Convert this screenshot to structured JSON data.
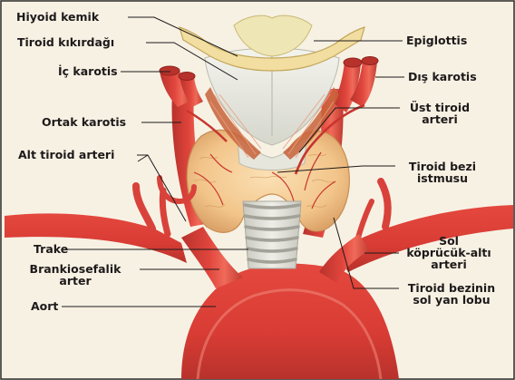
{
  "colors": {
    "background": "#f7f1e4",
    "artery": "#e0453c",
    "artery_dark": "#b8322c",
    "artery_light": "#f48a7a",
    "thyroid": "#f2c58a",
    "cartilage": "#e6e7de",
    "hyoid": "#f1dea0",
    "muscle": "#c7613a",
    "leader": "#1e1a1a"
  },
  "labels": {
    "left": {
      "hiyoid": "Hiyoid kemik",
      "tiroid_kikirdak": "Tiroid kıkırdağı",
      "ic_karotis": "İç karotis",
      "ortak_karotis": "Ortak karotis",
      "alt_tiroid": "Alt tiroid arteri",
      "trake": "Trake",
      "brankio_1": "Brankiosefalik",
      "brankio_2": "arter",
      "aort": "Aort"
    },
    "right": {
      "epiglottis": "Epiglottis",
      "dis_karotis": "Dış karotis",
      "ust_tiroid_1": "Üst tiroid",
      "ust_tiroid_2": "arteri",
      "istmus_1": "Tiroid bezi",
      "istmus_2": "istmusu",
      "sol_1": "Sol",
      "sol_2": "köprücük-altı",
      "sol_3": "arteri",
      "lob_1": "Tiroid bezinin",
      "lob_2": "sol yan lobu"
    }
  }
}
